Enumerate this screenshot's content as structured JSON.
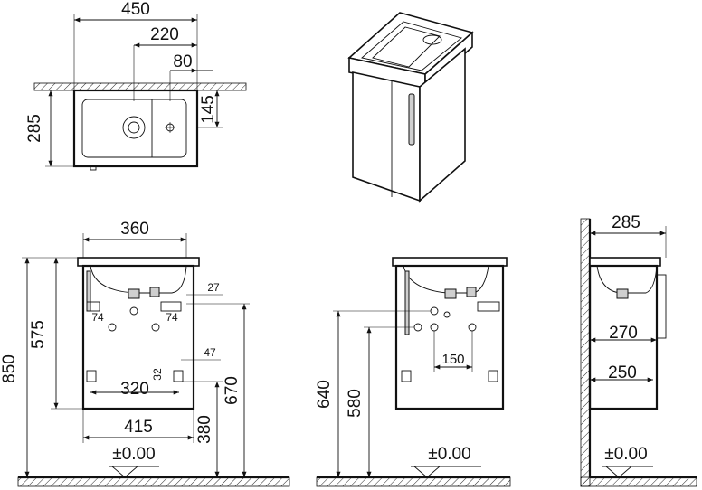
{
  "top_view": {
    "width_total": "450",
    "offset_220": "220",
    "offset_80": "80",
    "depth_145": "145",
    "depth_285": "285"
  },
  "front_view": {
    "top_width": "360",
    "width_320": "320",
    "width_415": "415",
    "height_850": "850",
    "height_575": "575",
    "height_670": "670",
    "height_380": "380",
    "small_27": "27",
    "small_74a": "74",
    "small_74b": "74",
    "small_47": "47",
    "small_32": "32",
    "floor_level": "±0.00"
  },
  "middle_view": {
    "height_640": "640",
    "height_580": "580",
    "spacing_150": "150",
    "floor_level": "±0.00"
  },
  "side_view": {
    "depth_285": "285",
    "depth_270": "270",
    "depth_250": "250",
    "floor_level": "±0.00"
  }
}
